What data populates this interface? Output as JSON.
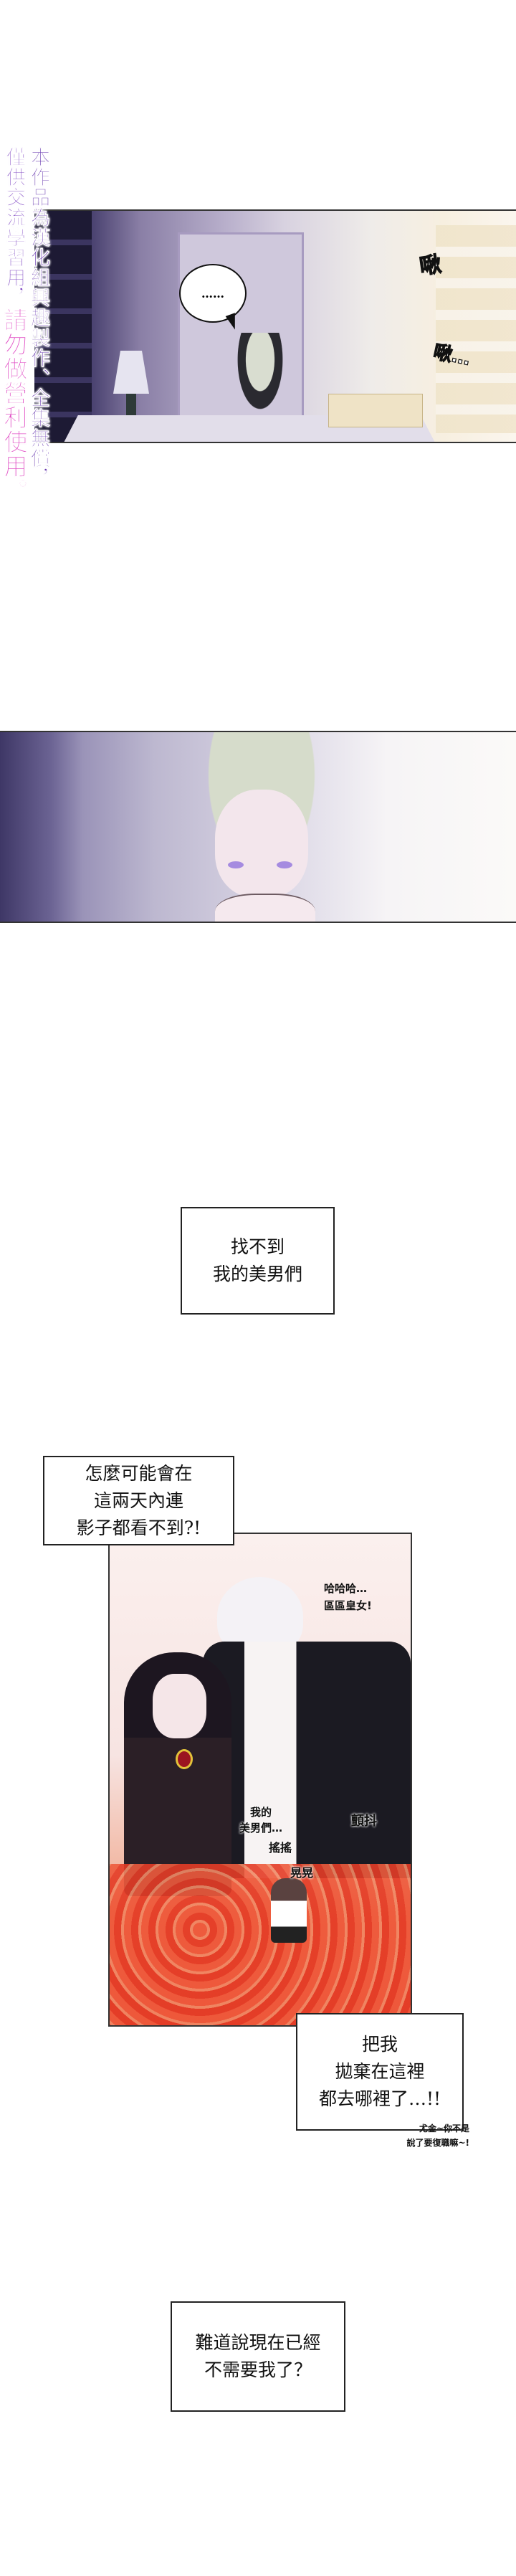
{
  "watermark": {
    "line1": "本作品為漢化組興趣製作、全集無償，",
    "line2_a": "僅供交流學習用，",
    "line2_b": "請勿做營利使用。"
  },
  "panel1": {
    "speech_bubble": "……",
    "sfx_1": "啾",
    "sfx_2": "啾…"
  },
  "narration_1": "找不到\n我的美男們",
  "narration_2": "怎麼可能會在\n這兩天內連\n影子都看不到?!",
  "panel3": {
    "laugh": "哈哈哈…\n區區皇女!",
    "my_men": "我的\n美男們…",
    "tremble": "顫抖",
    "sway_1": "搖搖",
    "sway_2": "晃晃"
  },
  "narration_3": "把我\n拋棄在這裡\n都去哪裡了…!!",
  "aside": "尤金~你不是\n說了要復職嘛~!",
  "narration_4": "難道說現在已經\n不需要我了？",
  "colors": {
    "watermark_purple": "#6a3bb0",
    "watermark_pink": "#e04bc4",
    "rose_red": "#e8412b"
  }
}
